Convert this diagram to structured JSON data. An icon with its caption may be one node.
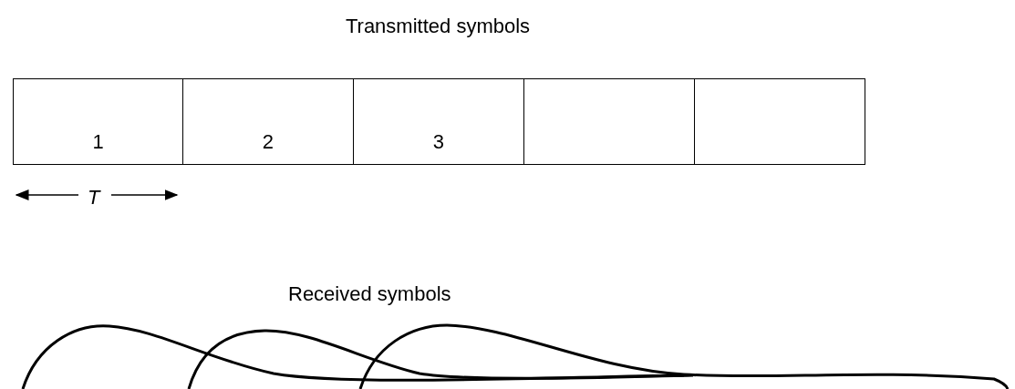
{
  "diagram": {
    "title": "Transmitted symbols",
    "nodes": [
      {
        "text": [
          "1"
        ]
      },
      {
        "text": [
          "2"
        ]
      },
      {
        "text": [
          "3"
        ]
      },
      {
        "text": [],
        "shape": "box"
      },
      {
        "text": [],
        "shape": "box"
      }
    ],
    "labels": [
      "T",
      "Received symbols"
    ]
  }
}
